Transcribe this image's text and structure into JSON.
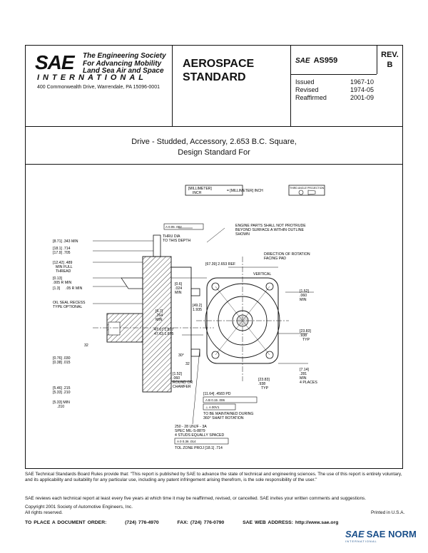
{
  "header": {
    "logo": "SAE",
    "society_line1": "The Engineering Society",
    "society_line2": "For Advancing Mobility",
    "society_line3": "Land Sea Air and Space",
    "international": "INTERNATIONAL",
    "address": "400 Commonwealth Drive, Warrendale, PA 15096-0001",
    "standard_line1": "AEROSPACE",
    "standard_line2": "STANDARD",
    "doc_prefix": "SAE",
    "doc_number": "AS959",
    "rev_label": "REV.",
    "rev_value": "B",
    "issued_label": "Issued",
    "issued": "1967-10",
    "revised_label": "Revised",
    "revised": "1974-05",
    "reaffirmed_label": "Reaffirmed",
    "reaffirmed": "2001-09"
  },
  "title": {
    "line1": "Drive - Studded, Accessory, 2.653 B.C. Square,",
    "line2": "Design Standard For"
  },
  "drawing": {
    "units_box1": "[MILLIMETER]",
    "units_box1b": "INCH",
    "units_box2": "= [MILLIMETER] INCH",
    "projection": "THIRD ANGLE PROJECTION",
    "note_engine": "ENGINE PARTS SHALL NOT PROTRUDE",
    "note_engine2": "BEYOND SURFACE A WITHIN OUTLINE",
    "note_engine3": "SHOWN",
    "thru_dia": "THRU DIA",
    "to_depth": "TO THIS DEPTH",
    "dim_343": "[8.71] .343 MIN",
    "dim_714": "[18.1] .714",
    "dim_705": "[17.9] .705",
    "dim_489": "[12.42] .489",
    "min_full": "MIN FULL",
    "thread": "THREAD",
    "dim_r1": "[0.13]",
    "dim_r2": ".005 R MIN",
    "dim_r3": "[1.3]",
    "dim_r4": ".05 R MIN",
    "oil_seal": "OIL SEAL RECESS",
    "type_opt": "TYPE OPTIONAL",
    "dim_2653": "[67.39] 2.653 REF",
    "rotation": "DIRECTION OF ROTATION",
    "facing_pad": "FACING PAD",
    "vertical": "VERTICAL",
    "dim_06": "[0.6]",
    "dim_024": ".024",
    "dim_min": "MIN",
    "dim_1935a": "[49.2]",
    "dim_1935": "1.935",
    "dim_067": "[6.7]",
    "dim_264": ".264",
    "dim_min2": "MIN",
    "dim_1877": "47.67  1.877",
    "dim_1875": "47.63  1.875",
    "dim_152": "[1.52]",
    "dim_060": ".060",
    "dim_min3": "MIN",
    "dim_2383": "[23.83]",
    "dim_938": ".938",
    "typ": "TYP",
    "dim_32": "32",
    "dim_030a": "[0.76] .030",
    "dim_030b": "[0.38] .015",
    "dim_30": "30°",
    "dim_32b": "32",
    "dim_152b": "[1.52]",
    "dim_060b": ".060",
    "round_or": "ROUND OR",
    "chamfer": "CHAMFER",
    "dim_216a": "[5.46] .215",
    "dim_216b": "[5.33] .210",
    "dim_210": "[5.33] MIN",
    "dim_210b": ".210",
    "dim_714b": "[7.14]",
    "dim_281": ".281",
    "dim_min4": "MIN",
    "places": "4 PLACES",
    "dim_2383b": "[23.83]",
    "dim_938b": ".938",
    "typ2": "TYP",
    "dim_pd": "[11.64] .4583 PD",
    "maintained": "TO BE MAINTAINED DURING",
    "rotation360": "360° SHAFT ROTATION",
    "thread_spec": "250 - 28 UNJF - 3A",
    "spec": "SPEC MIL-S-8879",
    "studs": "4 STUDS EQUALLY SPACED",
    "tol_zone": "TOL ZONE PROJ [18.1] .714",
    "fcf1": "A  0.05  .002",
    "fcf2": "A  B  0.15  .006",
    "fcf3": "⊥  A  00V1",
    "fcf4": "A  0  0.36  .014"
  },
  "footer": {
    "para1": "SAE Technical Standards Board Rules provide that: \"This report is published by SAE to advance the state of technical and engineering sciences. The use of this report is entirely voluntary, and its applicability and suitability for any particular use, including any patent infringement arising therefrom, is the sole responsibility of the user.\"",
    "para2": "SAE reviews each technical report at least every five years at which time it may be reaffirmed, revised, or cancelled. SAE invites your written comments and suggestions.",
    "copyright": "Copyright 2001 Society of Automotive Engineers, Inc.",
    "rights": "All rights reserved.",
    "printed": "Printed in U.S.A.",
    "order_label": "TO PLACE A DOCUMENT ORDER:",
    "order_phone": "(724) 776-4970",
    "fax_label": "FAX:",
    "fax": "(724) 776-0790",
    "web_label": "SAE WEB ADDRESS:",
    "web": "http://www.sae.org",
    "brand_logo": "SAE",
    "brand_text": "SAE NORM",
    "brand_sub": "INTERNATIONAL"
  }
}
